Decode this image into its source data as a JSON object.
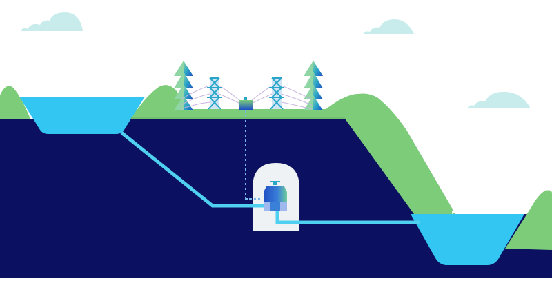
{
  "diagram": {
    "type": "pumped-storage-hydroelectric",
    "elements": {
      "upper_reservoir": "upper-reservoir",
      "lower_reservoir": "lower-reservoir",
      "powerhouse": "underground-powerhouse",
      "turbine": "turbine-generator",
      "transmission_towers": 2,
      "trees": 2,
      "substation": "transformer-substation",
      "clouds": 3,
      "penstock": "upper-penstock",
      "tailrace": "tailrace-tunnel",
      "cable": "power-cable"
    }
  },
  "colors": {
    "sky": "#ffffff",
    "cloud": "#c8ecec",
    "grass": "#7ccc7a",
    "ground": "#0b1160",
    "water": "#33c6f2",
    "pipe": "#4fd0f0",
    "cavern": "#eef2f4",
    "turbine_dark": "#1f4fc4",
    "turbine_light": "#5ea8e8",
    "tree_dark": "#1f6fd0",
    "tree_light": "#8fd6a4",
    "tower": "#2aa6c8",
    "wire": "#c8b4de"
  }
}
